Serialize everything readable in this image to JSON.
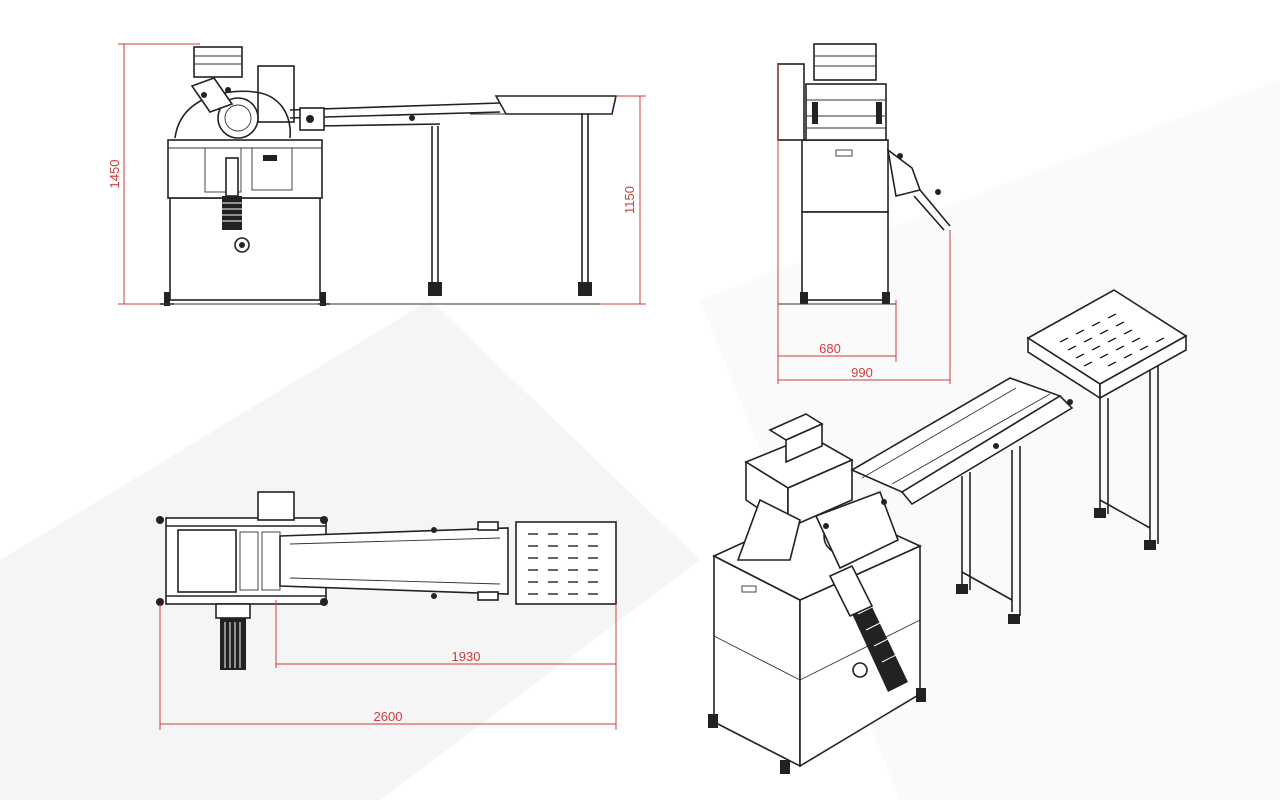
{
  "colors": {
    "dimension": "#d33b3b",
    "line": "#222222",
    "background": "#ffffff"
  },
  "views": {
    "front": {
      "height_total": "1450",
      "height_conveyor": "1150"
    },
    "side": {
      "depth_body": "680",
      "depth_total": "990"
    },
    "top": {
      "length_conveyor": "1930",
      "length_total": "2600"
    },
    "iso": {}
  }
}
